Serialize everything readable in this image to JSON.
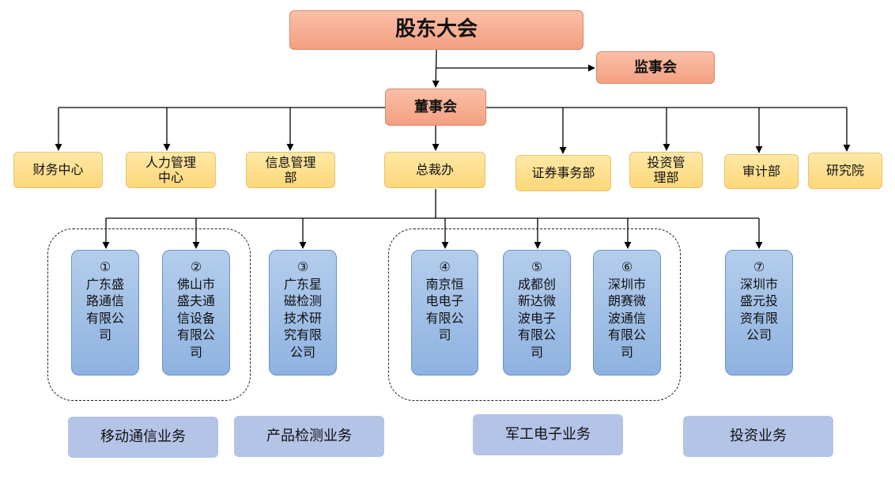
{
  "top": {
    "shareholders": "股东大会",
    "supervisory": "监事会",
    "board": "董事会"
  },
  "departments": [
    "财务中心",
    "人力管理\n中心",
    "信息管理\n部",
    "总裁办",
    "证券事务部",
    "投资管\n理部",
    "审计部",
    "研究院"
  ],
  "subsidiaries": [
    "①\n广东盛\n路通信\n有限公\n司",
    "②\n佛山市\n盛夫通\n信设备\n有限公\n司",
    "③\n广东星\n磁检测\n技术研\n究有限\n公司",
    "④\n南京恒\n电电子\n有限公\n司",
    "⑤\n成都创\n新达微\n波电子\n有限公\n司",
    "⑥\n深圳市\n朗赛微\n波通信\n有限公\n司",
    "⑦\n深圳市\n盛元投\n资有限\n公司"
  ],
  "segments": [
    "移动通信业务",
    "产品检测业务",
    "军工电子业务",
    "投资业务"
  ]
}
